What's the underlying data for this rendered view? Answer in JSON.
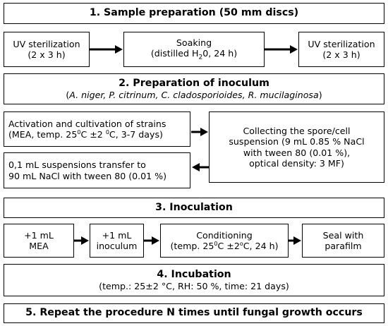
{
  "step1": {
    "title": "1. Sample preparation (50 mm discs)",
    "boxes": [
      {
        "line1": "UV sterilization",
        "line2": "(2 x 3 h)"
      },
      {
        "line1": "Soaking",
        "line2_pre": "(distilled H",
        "line2_sub": "2",
        "line2_post": "0, 24 h)"
      },
      {
        "line1": "UV sterilization",
        "line2": "(2 x 3 h)"
      }
    ]
  },
  "step2": {
    "title": "2. Preparation of inoculum",
    "organisms_prefix": "(",
    "organisms": "A. niger, P. citrinum, C. cladosporioides, R. mucilaginosa",
    "organisms_suffix": ")",
    "activation": {
      "line1": "Activation and cultivation of strains",
      "line2_pre": "(MEA, temp. 25",
      "line2_sup1": "0",
      "line2_mid": "C ±2 ",
      "line2_sup2": "0",
      "line2_post": "C, 3-7 days)"
    },
    "collecting": {
      "line1": "Collecting the spore/cell",
      "line2": "suspension (9 mL 0.85 % NaCl",
      "line3": "with tween 80 (0.01 %),",
      "line4": "optical density: 3 MF)"
    },
    "transfer": {
      "line1": "0,1 mL suspensions transfer to",
      "line2": "90 mL NaCl with tween 80 (0.01 %)"
    }
  },
  "step3": {
    "title": "3. Inoculation",
    "boxes": [
      {
        "line1": "+1 mL",
        "line2": "MEA"
      },
      {
        "line1": "+1 mL",
        "line2": "inoculum"
      },
      {
        "line1": "Conditioning",
        "line2_pre": "(temp. 25",
        "line2_sup1": "0",
        "line2_mid": "C ±2",
        "line2_sup2": "o",
        "line2_post": "C, 24 h)"
      },
      {
        "line1": "Seal with",
        "line2": "parafilm"
      }
    ]
  },
  "step4": {
    "title": "4. Incubation",
    "details": "(temp.: 25±2 °C, RH: 50 %, time: 21 days)"
  },
  "step5": {
    "title": "5. Repeat the procedure N times until fungal growth occurs"
  }
}
